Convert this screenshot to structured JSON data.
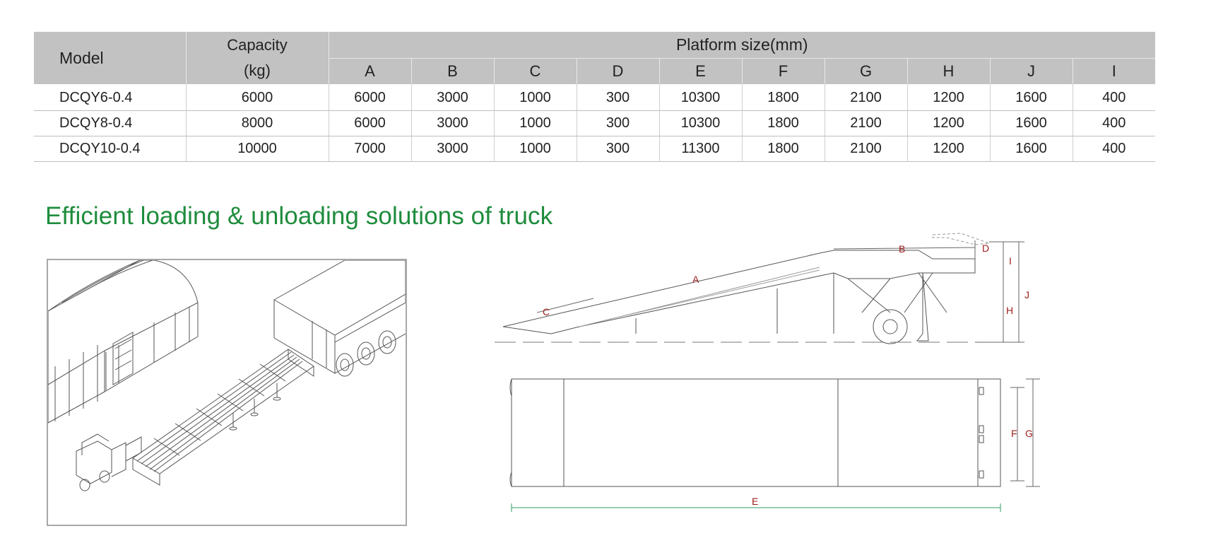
{
  "table": {
    "headers": {
      "model": "Model",
      "capacity_line1": "Capacity",
      "capacity_line2": "(kg)",
      "platform": "Platform size(mm)",
      "columns": [
        "A",
        "B",
        "C",
        "D",
        "E",
        "F",
        "G",
        "H",
        "J",
        "I"
      ]
    },
    "rows": [
      {
        "model": "DCQY6-0.4",
        "capacity": "6000",
        "dims": [
          "6000",
          "3000",
          "1000",
          "300",
          "10300",
          "1800",
          "2100",
          "1200",
          "1600",
          "400"
        ]
      },
      {
        "model": "DCQY8-0.4",
        "capacity": "8000",
        "dims": [
          "6000",
          "3000",
          "1000",
          "300",
          "10300",
          "1800",
          "2100",
          "1200",
          "1600",
          "400"
        ]
      },
      {
        "model": "DCQY10-0.4",
        "capacity": "10000",
        "dims": [
          "7000",
          "3000",
          "1000",
          "300",
          "11300",
          "1800",
          "2100",
          "1200",
          "1600",
          "400"
        ]
      }
    ]
  },
  "headline": "Efficient loading & unloading solutions of truck",
  "drawing": {
    "side_labels": {
      "a": "A",
      "b": "B",
      "c": "C",
      "d": "D",
      "h": "H",
      "i": "I",
      "j": "J"
    },
    "top_labels": {
      "e": "E",
      "f": "F",
      "g": "G"
    }
  },
  "colors": {
    "header_bg": "#c2c2c2",
    "headline": "#1e8c3c",
    "dimension_label": "#a01e1e",
    "dimension_line_top": "#2f9b6a"
  }
}
